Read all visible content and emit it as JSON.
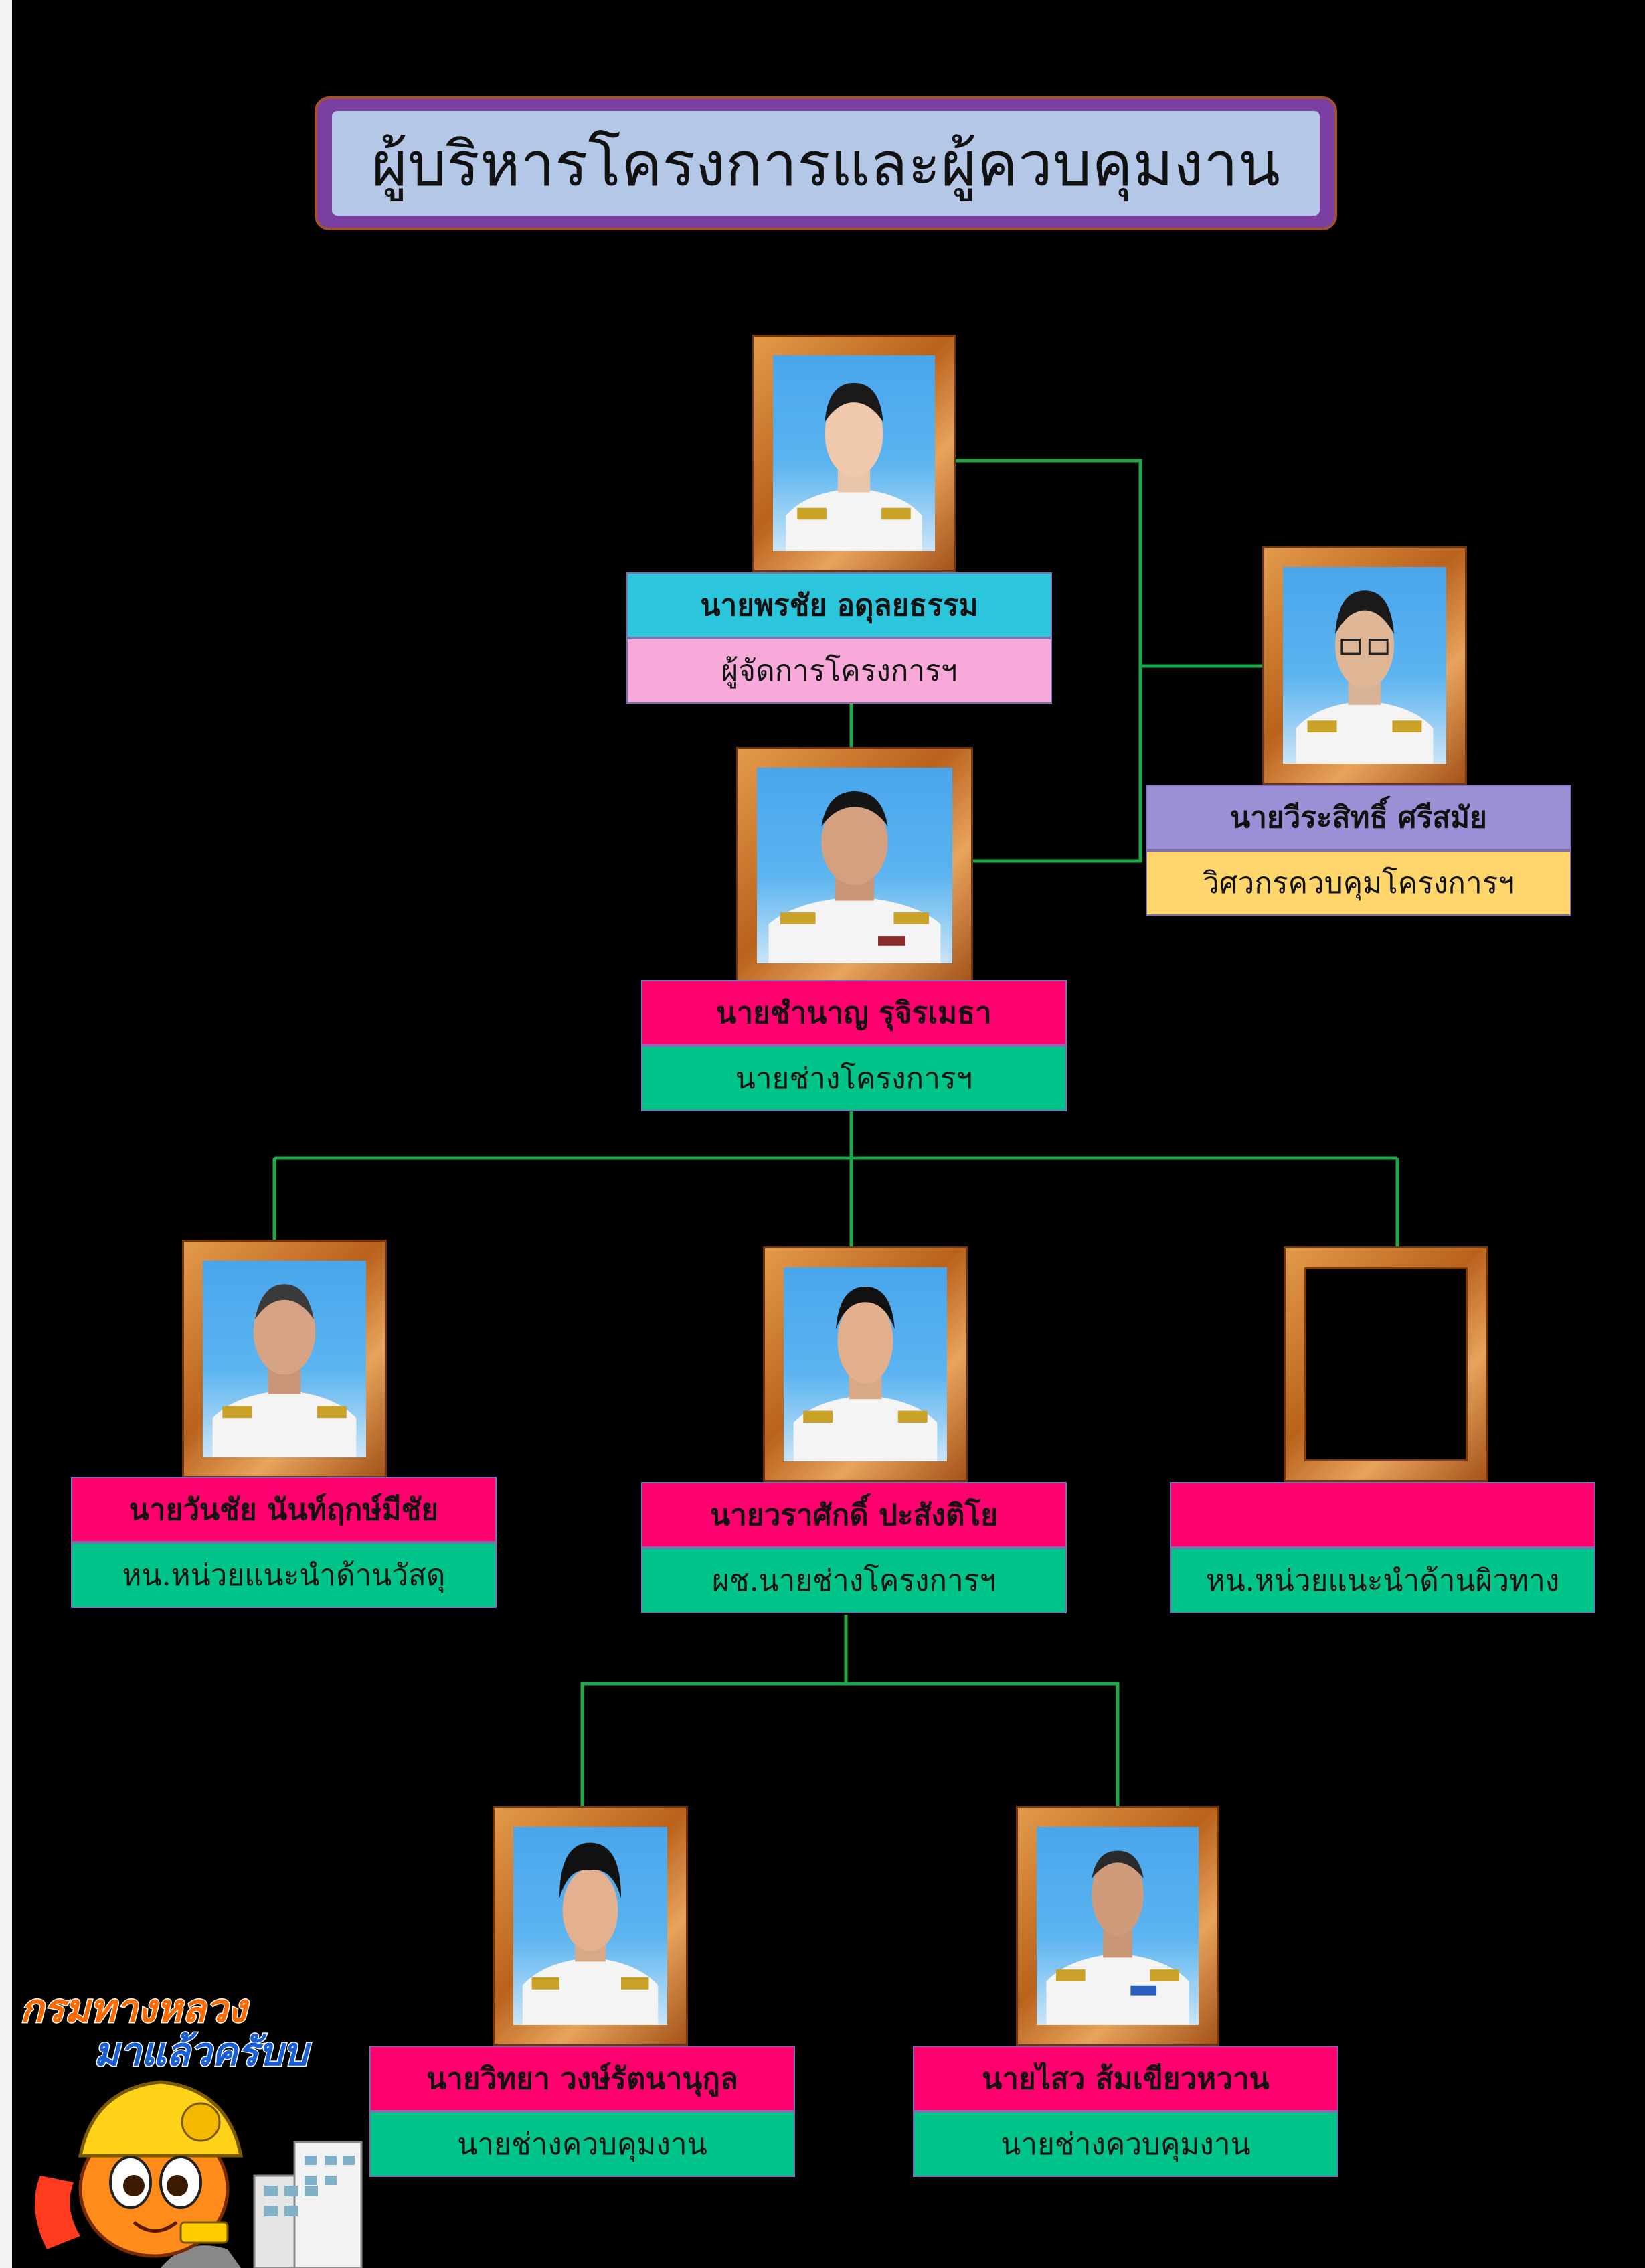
{
  "title": "ผู้บริหารโครงการและผู้ควบคุมงาน",
  "people": {
    "manager": {
      "name": "นายพรชัย  อดุลยธรรม",
      "role": "ผู้จัดการโครงการฯ"
    },
    "supervisor": {
      "name": "นายวีระสิทธิ์  ศรีสมัย",
      "role": "วิศวกรควบคุมโครงการฯ"
    },
    "engineer": {
      "name": "นายชำนาญ  รุจิรเมธา",
      "role": "นายช่างโครงการฯ"
    },
    "materials": {
      "name": "นายวันชัย  นันท์ฤกษ์มีชัย",
      "role": "หน.หน่วยแนะนำด้านวัสดุ"
    },
    "assistant": {
      "name": "นายวราศักดิ์  ปะสังติโย",
      "role": "ผช.นายช่างโครงการฯ"
    },
    "surface": {
      "name": "",
      "role": "หน.หน่วยแนะนำด้านผิวทาง"
    },
    "control1": {
      "name": "นายวิทยา  วงษ์รัตนานุกูล",
      "role": "นายช่างควบคุมงาน"
    },
    "control2": {
      "name": "นายไสว  ส้มเขียวหวาน",
      "role": "นายช่างควบคุมงาน"
    }
  },
  "logo_text": [
    "กรมทางหลวง",
    "มาแล้วครับบ"
  ],
  "colors": {
    "connector": "#1fa84a",
    "cyan": "#2cc6dc",
    "pink_light": "#f7a9d9",
    "purple": "#9b90d6",
    "yellow": "#ffd66b",
    "magenta": "#ff006e",
    "green": "#00c48a"
  },
  "icons": [
    "person-photo",
    "mascot-icon",
    "building-icon"
  ]
}
